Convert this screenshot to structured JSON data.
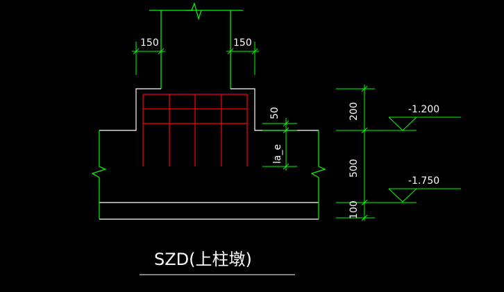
{
  "drawing": {
    "title": "SZD(上柱墩)",
    "colors": {
      "background": "#000000",
      "outline": "#ffffff",
      "dimension": "#00ff00",
      "rebar": "#ff0000"
    },
    "dimensions": {
      "left_offset": "150",
      "right_offset": "150",
      "cap_height": "50",
      "anchor_length": "la_e",
      "height_top": "200",
      "height_mid": "500",
      "height_bottom": "100"
    },
    "elevations": {
      "upper": "-1.200",
      "lower": "-1.750"
    }
  }
}
